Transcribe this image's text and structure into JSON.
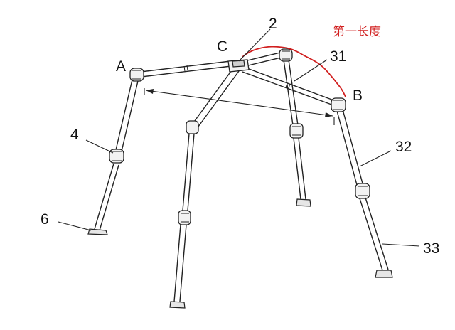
{
  "labels": {
    "A": "A",
    "B": "B",
    "C": "C",
    "n2": "2",
    "n31": "31",
    "n32": "32",
    "n33": "33",
    "n4": "4",
    "n6": "6",
    "annotation": "第一长度"
  },
  "colors": {
    "line": "#222222",
    "annotation": "#d11f1f"
  }
}
